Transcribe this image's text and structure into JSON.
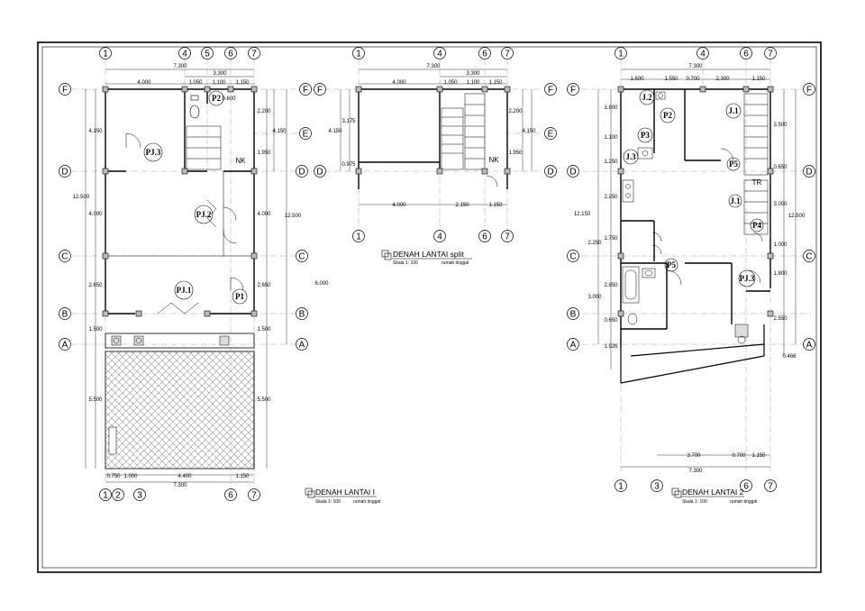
{
  "plans": {
    "lantai1": {
      "title": "DENAH  LANTAI I",
      "scale": "Skala 1: 100",
      "project": "rumah tinggal",
      "grid_top": [
        "1",
        "4",
        "5",
        "6",
        "7"
      ],
      "grid_bottom": [
        "1",
        "2",
        "3",
        "6",
        "7"
      ],
      "grid_rows": [
        "F",
        "E",
        "D",
        "C",
        "B",
        "A"
      ],
      "dims_top": [
        "7.300",
        "3.300",
        "4.000",
        "1.050",
        "1.100",
        "1.150",
        "0.600"
      ],
      "dims_left": [
        "4.150",
        "12.500",
        "4.000",
        "2.650",
        "1.500",
        "5.500"
      ],
      "dims_right": [
        "2.200",
        "4.150",
        "1.950",
        "4.000",
        "12.500",
        "2.650",
        "6.000",
        "1.500",
        "5.500"
      ],
      "dims_bottom": [
        "0.750",
        "1.000",
        "4.400",
        "1.150",
        "7.300"
      ],
      "labels": [
        "P2",
        "PJ.3",
        "NK",
        "PJ.2",
        "PJ.1",
        "P1"
      ]
    },
    "split": {
      "title": "DENAH  LANTAI split",
      "scale": "Skala 1: 100",
      "project": "rumah tinggal",
      "grid_top": [
        "1",
        "4",
        "6",
        "7"
      ],
      "grid_bottom": [
        "1",
        "4",
        "6",
        "7"
      ],
      "grid_rows": [
        "F",
        "E",
        "D"
      ],
      "dims_top": [
        "7.300",
        "3.300",
        "4.000",
        "1.050",
        "1.100",
        "1.150"
      ],
      "dims_left": [
        "4.150",
        "3.175",
        "0.975"
      ],
      "dims_right": [
        "2.200",
        "4.150",
        "1.950"
      ],
      "dims_bottom": [
        "4.000",
        "2.150",
        "1.150"
      ],
      "labels": [
        "NK"
      ]
    },
    "lantai2": {
      "title": "DENAH  LANTAI 2",
      "scale": "Skala 1: 100",
      "project": "rumah tinggal",
      "grid_top": [
        "1",
        "4",
        "6",
        "7"
      ],
      "grid_bottom": [
        "1",
        "3",
        "6",
        "7"
      ],
      "grid_rows": [
        "F",
        "D",
        "C",
        "B",
        "A"
      ],
      "dims_top": [
        "7.300",
        "1.600",
        "1.550",
        "0.700",
        "2.300",
        "1.150"
      ],
      "dims_left": [
        "1.800",
        "1.100",
        "1.250",
        "12.150",
        "2.250",
        "1.750",
        "2.250",
        "2.850",
        "3.000",
        "0.650",
        "1.926"
      ],
      "dims_right": [
        "3.500",
        "0.650",
        "3.000",
        "12.500",
        "1.000",
        "1.800",
        "2.550",
        "0.466"
      ],
      "dims_bottom": [
        "3.700",
        "0.700",
        "1.150",
        "7.300"
      ],
      "labels": [
        "J.2",
        "P2",
        "J.1",
        "P3",
        "J.3",
        "P5",
        "TR",
        "J.1",
        "P4",
        "P5",
        "PJ.3"
      ]
    }
  }
}
